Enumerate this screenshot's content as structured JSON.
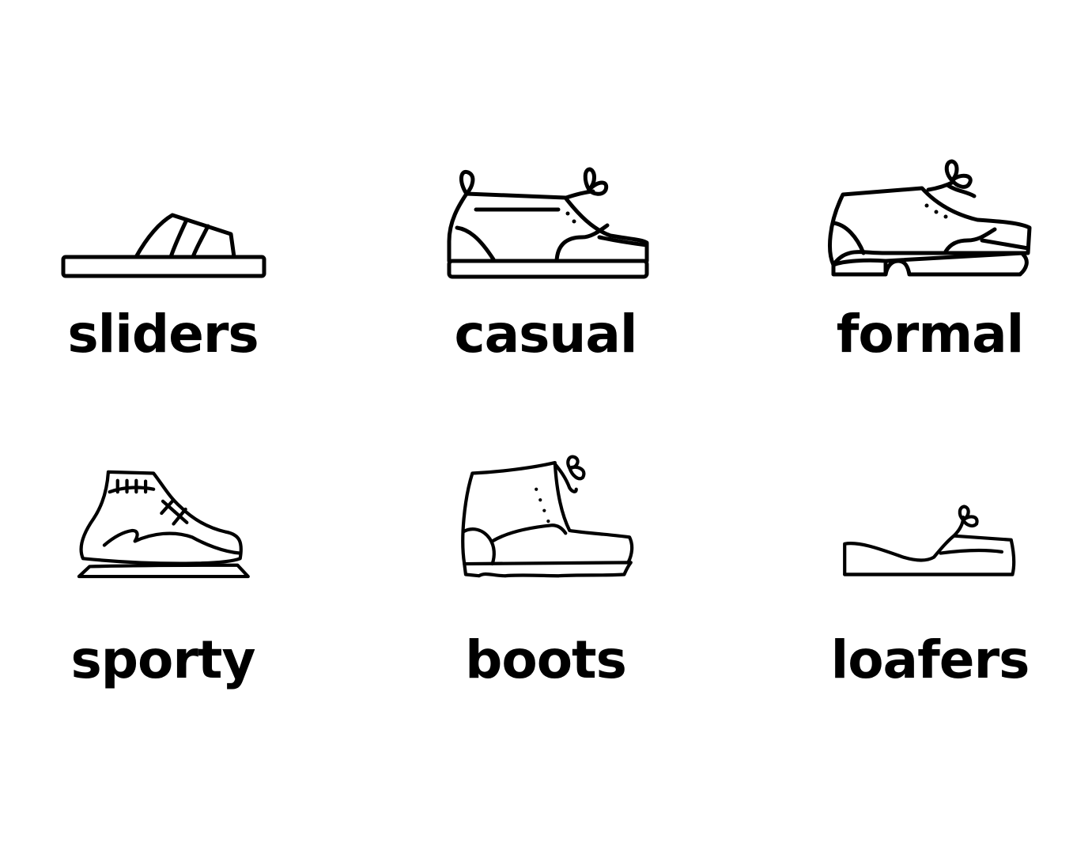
{
  "categories": [
    {
      "id": "sliders",
      "label": "sliders",
      "icon": "slider-sandal-icon"
    },
    {
      "id": "casual",
      "label": "casual",
      "icon": "casual-sneaker-icon"
    },
    {
      "id": "formal",
      "label": "formal",
      "icon": "formal-shoe-icon"
    },
    {
      "id": "sporty",
      "label": "sporty",
      "icon": "sport-sneaker-icon"
    },
    {
      "id": "boots",
      "label": "boots",
      "icon": "boot-icon"
    },
    {
      "id": "loafers",
      "label": "loafers",
      "icon": "loafer-icon"
    }
  ],
  "colors": {
    "background": "#ffffff",
    "ink": "#000000"
  }
}
